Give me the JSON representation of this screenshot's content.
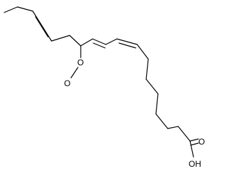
{
  "molecule": {
    "atoms": {
      "o1": "O",
      "o2": "O",
      "carbonyl_o": "O",
      "hydroxyl": "OH"
    },
    "colors": {
      "background": "#ffffff",
      "bond": "#000000"
    }
  }
}
